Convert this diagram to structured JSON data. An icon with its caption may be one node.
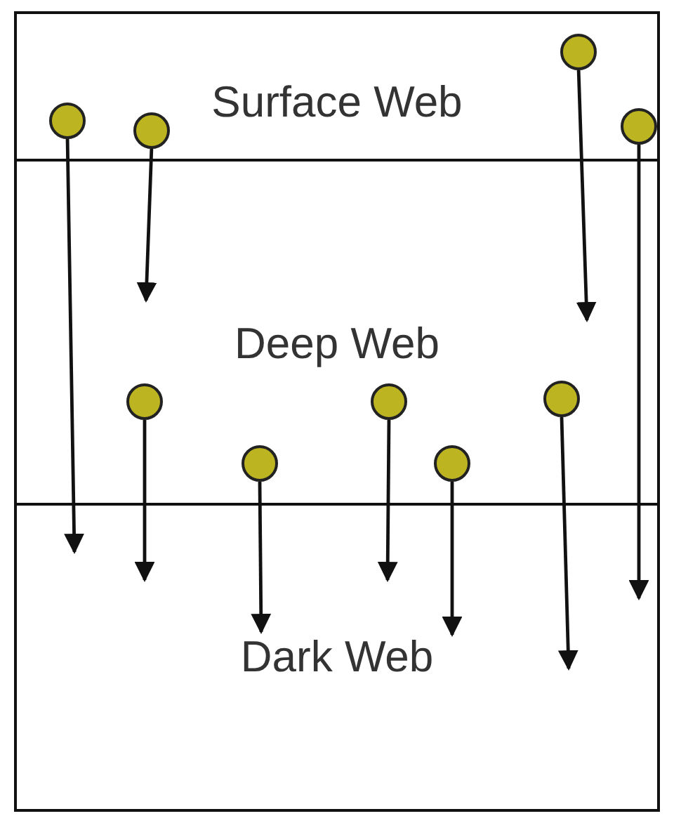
{
  "diagram": {
    "nodes": [
      {
        "text": [
          "Surface Web"
        ]
      },
      {
        "text": [
          "Deep Web"
        ]
      },
      {
        "text": [
          "Dark Web"
        ]
      },
      {
        "text": [],
        "shape": "circle",
        "in": 0
      },
      {
        "text": [],
        "shape": "circle",
        "in": 0
      },
      {
        "text": [],
        "shape": "circle",
        "in": 0
      },
      {
        "text": [],
        "shape": "circle",
        "in": 0
      },
      {
        "text": [],
        "shape": "circle",
        "in": 1
      },
      {
        "text": [],
        "shape": "circle",
        "in": 1
      },
      {
        "text": [],
        "shape": "circle",
        "in": 1
      },
      {
        "text": [],
        "shape": "circle",
        "in": 1
      },
      {
        "text": [],
        "shape": "circle",
        "in": 1
      }
    ],
    "edges": [
      {
        "from": 3,
        "to": 2,
        "arrow": "to"
      },
      {
        "from": 4,
        "to": null,
        "arrow": "to"
      },
      {
        "from": 5,
        "to": null,
        "arrow": "to"
      },
      {
        "from": 6,
        "to": 2,
        "arrow": "to"
      },
      {
        "from": 7,
        "to": 2,
        "arrow": "to"
      },
      {
        "from": 8,
        "to": 2,
        "arrow": "to"
      },
      {
        "from": 9,
        "to": 2,
        "arrow": "to"
      },
      {
        "from": 10,
        "to": 2,
        "arrow": "to"
      },
      {
        "from": 11,
        "to": 2,
        "arrow": "to"
      }
    ]
  }
}
